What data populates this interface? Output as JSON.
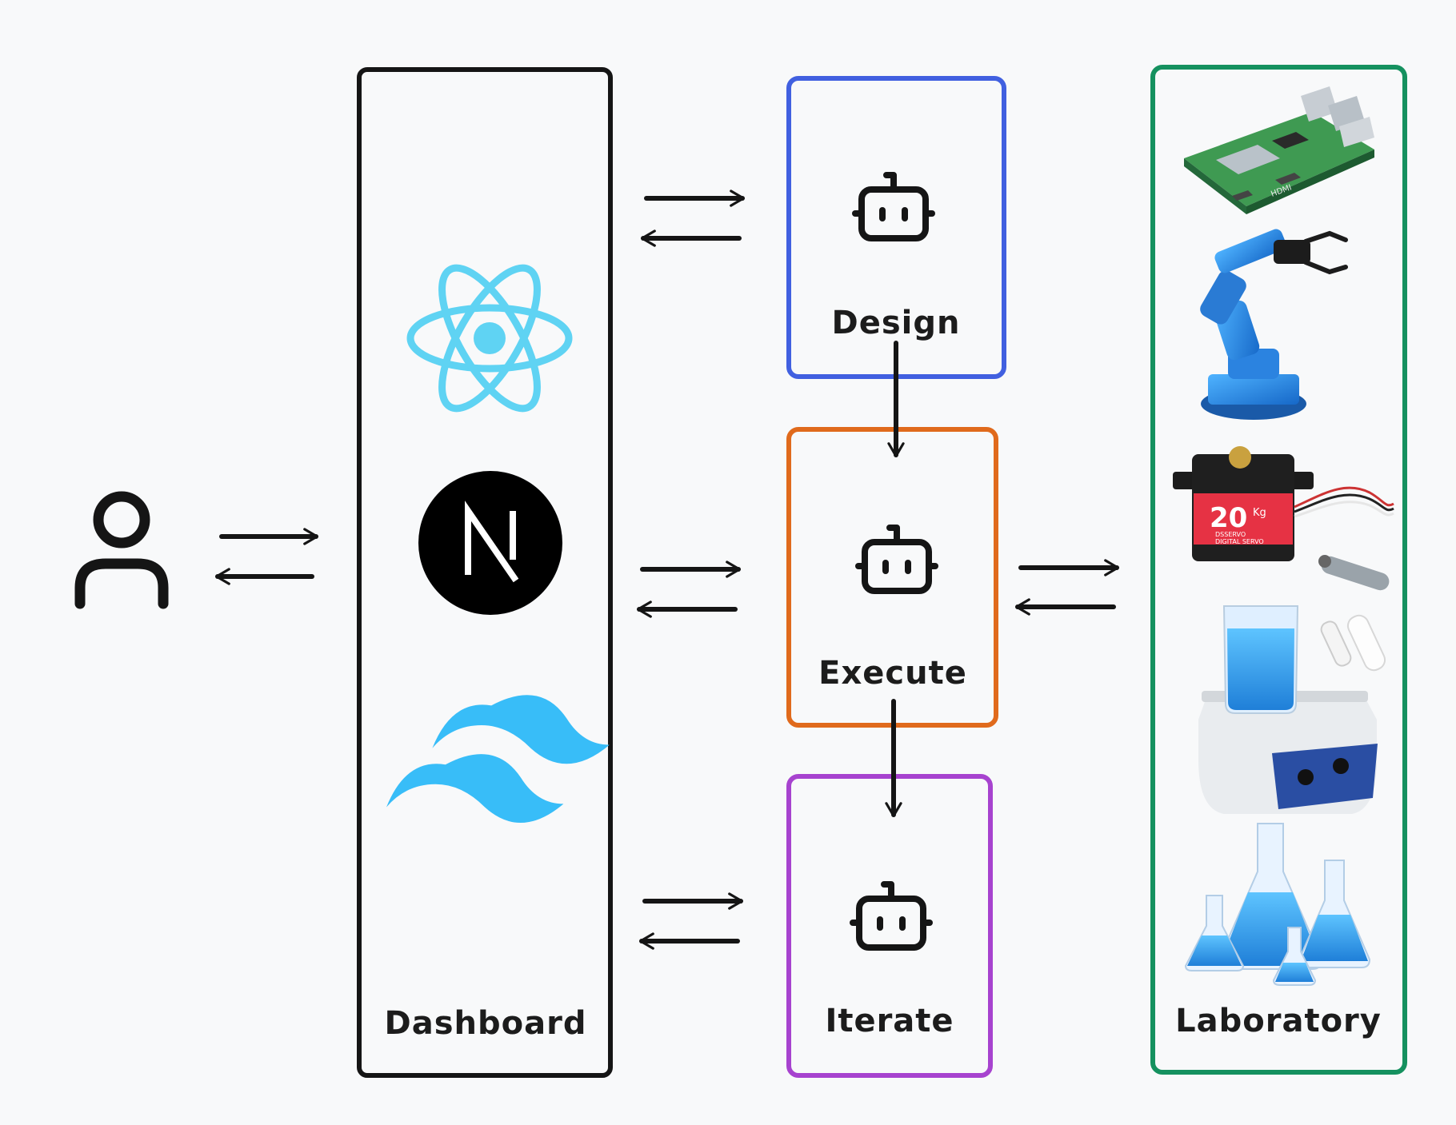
{
  "diagram": {
    "dashboard": {
      "label": "Dashboard"
    },
    "agents": [
      {
        "id": "design",
        "label": "Design",
        "color": "#4160e0"
      },
      {
        "id": "execute",
        "label": "Execute",
        "color": "#e06a1c"
      },
      {
        "id": "iterate",
        "label": "Iterate",
        "color": "#a743cf"
      }
    ],
    "laboratory": {
      "label": "Laboratory",
      "color": "#15915f"
    },
    "colors": {
      "dashboard_border": "#151515",
      "arrow": "#151515",
      "react": "#5fd3f3",
      "next": "#000000",
      "tailwind": "#38bdf8"
    },
    "icons": {
      "user": "user-icon",
      "react": "react-logo-icon",
      "next": "nextjs-logo-icon",
      "tailwind": "tailwind-logo-icon",
      "bot": "bot-icon",
      "lab_equipment": [
        "raspberry-pi-board",
        "robotic-arm",
        "servo-motor",
        "magnetic-stirrer",
        "erlenmeyer-flasks"
      ]
    },
    "lab_printed_text": {
      "servo_value": "20",
      "servo_unit": "Kg",
      "servo_brand": "DSSERVO",
      "servo_desc": "DIGITAL SERVO"
    }
  }
}
